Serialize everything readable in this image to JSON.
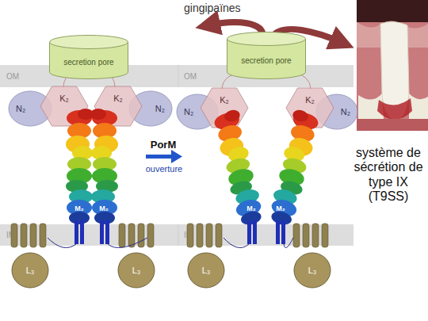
{
  "diagram": {
    "nodes": [
      {
        "text": [
          "OM"
        ]
      },
      {
        "text": [
          "secretion pore"
        ]
      },
      {
        "text": [
          "N₂"
        ]
      },
      {
        "text": [
          "K₂"
        ]
      },
      {
        "text": [
          "K₂"
        ]
      },
      {
        "text": [
          "N₂"
        ]
      },
      {
        "text": [
          "IM"
        ]
      },
      {
        "text": [
          "L₃"
        ]
      },
      {
        "text": [
          "L₃"
        ]
      },
      {
        "text": [
          "OM"
        ]
      },
      {
        "text": [
          "secretion pore"
        ]
      },
      {
        "text": [
          "N₂"
        ]
      },
      {
        "text": [
          "K₂"
        ]
      },
      {
        "text": [
          "K₂"
        ]
      },
      {
        "text": [
          "N₂"
        ]
      },
      {
        "text": [
          "IM"
        ]
      },
      {
        "text": [
          "L₃"
        ]
      },
      {
        "text": [
          "L₃"
        ]
      }
    ],
    "labels": [
      "gingipaïnes",
      "PorM",
      "ouverture",
      "M₂",
      "M₂",
      "M₂",
      "M₂",
      "système de sécrétion de type IX (T9SS)"
    ]
  }
}
